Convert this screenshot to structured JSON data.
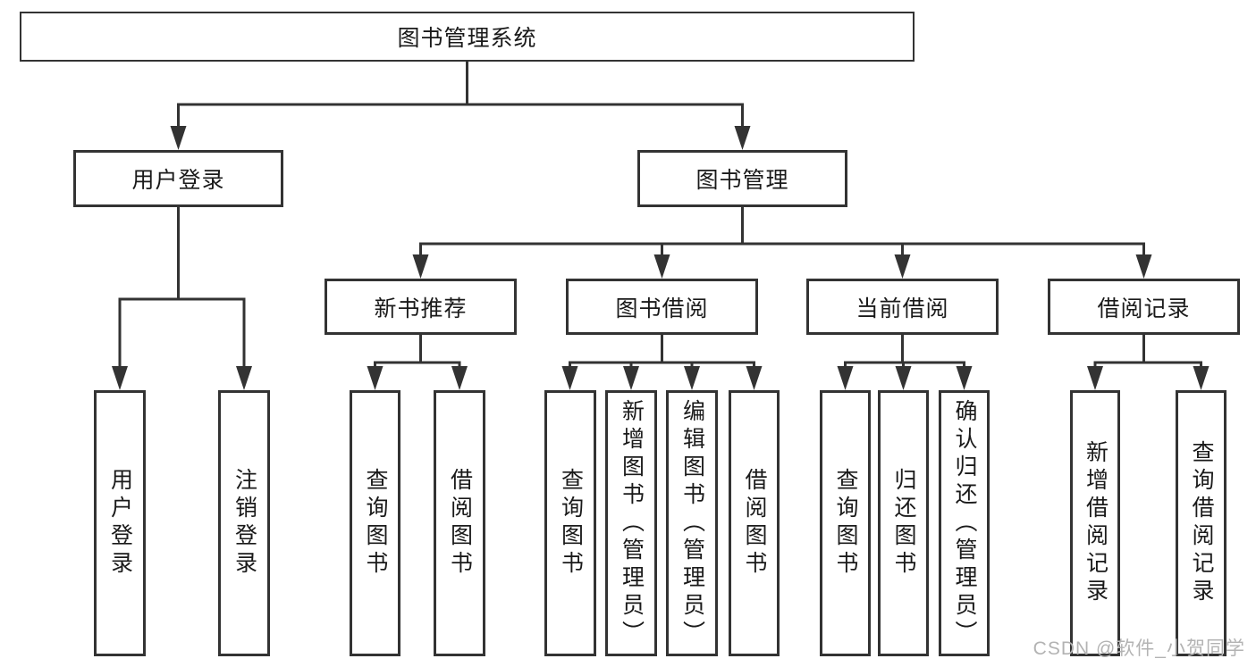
{
  "diagram": {
    "type": "tree",
    "title": "图书管理系统",
    "nodes": {
      "root": {
        "label": "图书管理系统"
      },
      "user_login": {
        "label": "用户登录"
      },
      "book_mgmt": {
        "label": "图书管理"
      },
      "new_books": {
        "label": "新书推荐"
      },
      "book_borrow": {
        "label": "图书借阅"
      },
      "current_borrow": {
        "label": "当前借阅"
      },
      "borrow_records": {
        "label": "借阅记录"
      },
      "leaf_user_login": {
        "label": "用户登录"
      },
      "leaf_logout": {
        "label": "注销登录"
      },
      "leaf_query_books_1": {
        "label": "查询图书"
      },
      "leaf_borrow_books_1": {
        "label": "借阅图书"
      },
      "leaf_query_books_2": {
        "label": "查询图书"
      },
      "leaf_add_book": {
        "label": "新增图书（管理员）"
      },
      "leaf_edit_book": {
        "label": "编辑图书（管理员）"
      },
      "leaf_borrow_books_2": {
        "label": "借阅图书"
      },
      "leaf_query_books_3": {
        "label": "查询图书"
      },
      "leaf_return_book": {
        "label": "归还图书"
      },
      "leaf_confirm_return": {
        "label": "确认归还（管理员）"
      },
      "leaf_add_record": {
        "label": "新增借阅记录"
      },
      "leaf_query_record": {
        "label": "查询借阅记录"
      }
    },
    "edges": [
      [
        "root",
        "user_login"
      ],
      [
        "root",
        "book_mgmt"
      ],
      [
        "user_login",
        "leaf_user_login"
      ],
      [
        "user_login",
        "leaf_logout"
      ],
      [
        "book_mgmt",
        "new_books"
      ],
      [
        "book_mgmt",
        "book_borrow"
      ],
      [
        "book_mgmt",
        "current_borrow"
      ],
      [
        "book_mgmt",
        "borrow_records"
      ],
      [
        "new_books",
        "leaf_query_books_1"
      ],
      [
        "new_books",
        "leaf_borrow_books_1"
      ],
      [
        "book_borrow",
        "leaf_query_books_2"
      ],
      [
        "book_borrow",
        "leaf_add_book"
      ],
      [
        "book_borrow",
        "leaf_edit_book"
      ],
      [
        "book_borrow",
        "leaf_borrow_books_2"
      ],
      [
        "current_borrow",
        "leaf_query_books_3"
      ],
      [
        "current_borrow",
        "leaf_return_book"
      ],
      [
        "current_borrow",
        "leaf_confirm_return"
      ],
      [
        "borrow_records",
        "leaf_add_record"
      ],
      [
        "borrow_records",
        "leaf_query_record"
      ]
    ],
    "colors": {
      "line": "#333333",
      "box_border": "#333333",
      "text": "#1a1a1a",
      "box_background": "#ffffff",
      "page_background": "#ffffff",
      "watermark": "#b3b3b3"
    }
  },
  "watermark": {
    "text": "CSDN @软件_小贺同学"
  }
}
